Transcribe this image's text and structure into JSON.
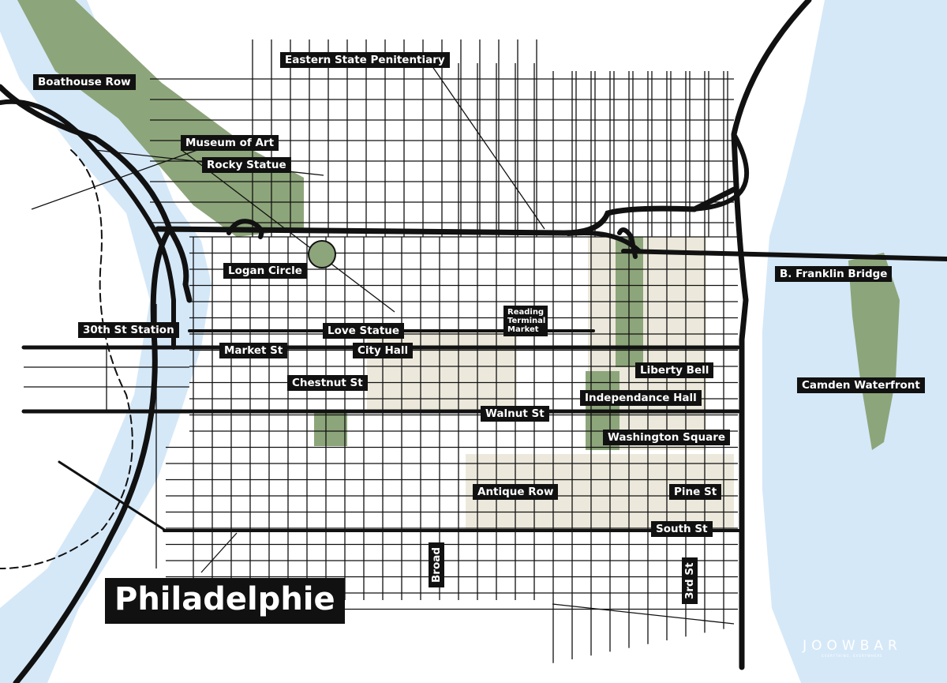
{
  "title": "Philadelphie",
  "colors": {
    "water": "#d5e8f8",
    "park": "#8da57a",
    "district": "#ece9dc",
    "road": "#111111",
    "label_bg": "#111111"
  },
  "labels": {
    "boathouse_row": "Boathouse Row",
    "eastern_state": "Eastern State Penitentiary",
    "museum_of_art": "Museum of Art",
    "rocky_statue": "Rocky Statue",
    "logan_circle": "Logan Circle",
    "station_30th": "30th St Station",
    "love_statue": "Love Statue",
    "reading_terminal": "Reading Terminal Market",
    "market_st": "Market St",
    "city_hall": "City Hall",
    "chestnut_st": "Chestnut St",
    "liberty_bell": "Liberty Bell",
    "independance_hall": "Independance Hall",
    "walnut_st": "Walnut St",
    "washington_square": "Washington Square",
    "antique_row": "Antique Row",
    "pine_st": "Pine St",
    "south_st": "South St",
    "broad": "Broad",
    "third_st": "3rd St",
    "franklin_bridge": "B. Franklin Bridge",
    "camden_waterfront": "Camden Waterfront"
  },
  "logo": {
    "name": "JOOWBAR",
    "tagline": "EVERYTHING, EVERYWHERE"
  }
}
